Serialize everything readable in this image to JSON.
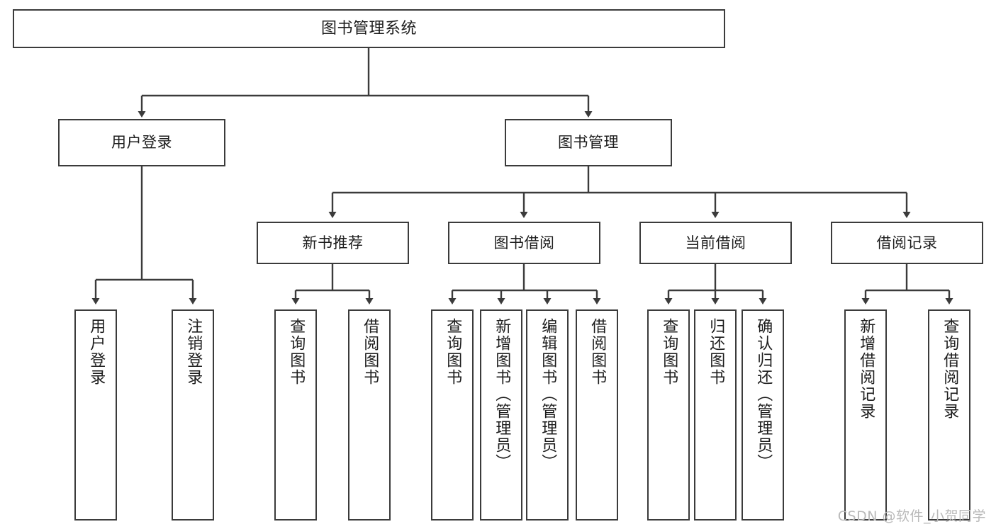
{
  "diagram": {
    "title": "图书管理系统",
    "type": "功能结构图",
    "line_color": "#3b3b3b",
    "box_fill": "#ffffff",
    "text_color": "#1d1d1d",
    "watermark": "CSDN @软件_小贺同学"
  },
  "nodes": {
    "root": {
      "label": "图书管理系统"
    },
    "level1": [
      {
        "id": "user-login",
        "label": "用户登录"
      },
      {
        "id": "book-manage",
        "label": "图书管理"
      }
    ],
    "level2": [
      {
        "id": "new-book-recommend",
        "label": "新书推荐"
      },
      {
        "id": "book-borrow",
        "label": "图书借阅"
      },
      {
        "id": "current-borrow",
        "label": "当前借阅"
      },
      {
        "id": "borrow-record",
        "label": "借阅记录"
      }
    ],
    "leaves": {
      "user-login": [
        {
          "id": "leaf-user-login",
          "label": "用户登录"
        },
        {
          "id": "leaf-logout-login",
          "label": "注销登录"
        }
      ],
      "new-book-recommend": [
        {
          "id": "leaf-query-book-1",
          "label": "查询图书"
        },
        {
          "id": "leaf-borrow-book-1",
          "label": "借阅图书"
        }
      ],
      "book-borrow": [
        {
          "id": "leaf-query-book-2",
          "label": "查询图书"
        },
        {
          "id": "leaf-add-book",
          "label": "新增图书（管理员）"
        },
        {
          "id": "leaf-edit-book",
          "label": "编辑图书（管理员）"
        },
        {
          "id": "leaf-borrow-book-2",
          "label": "借阅图书"
        }
      ],
      "current-borrow": [
        {
          "id": "leaf-query-book-3",
          "label": "查询图书"
        },
        {
          "id": "leaf-return-book",
          "label": "归还图书"
        },
        {
          "id": "leaf-confirm-return",
          "label": "确认归还（管理员）"
        }
      ],
      "borrow-record": [
        {
          "id": "leaf-add-record",
          "label": "新增借阅记录"
        },
        {
          "id": "leaf-query-record",
          "label": "查询借阅记录"
        }
      ]
    }
  }
}
